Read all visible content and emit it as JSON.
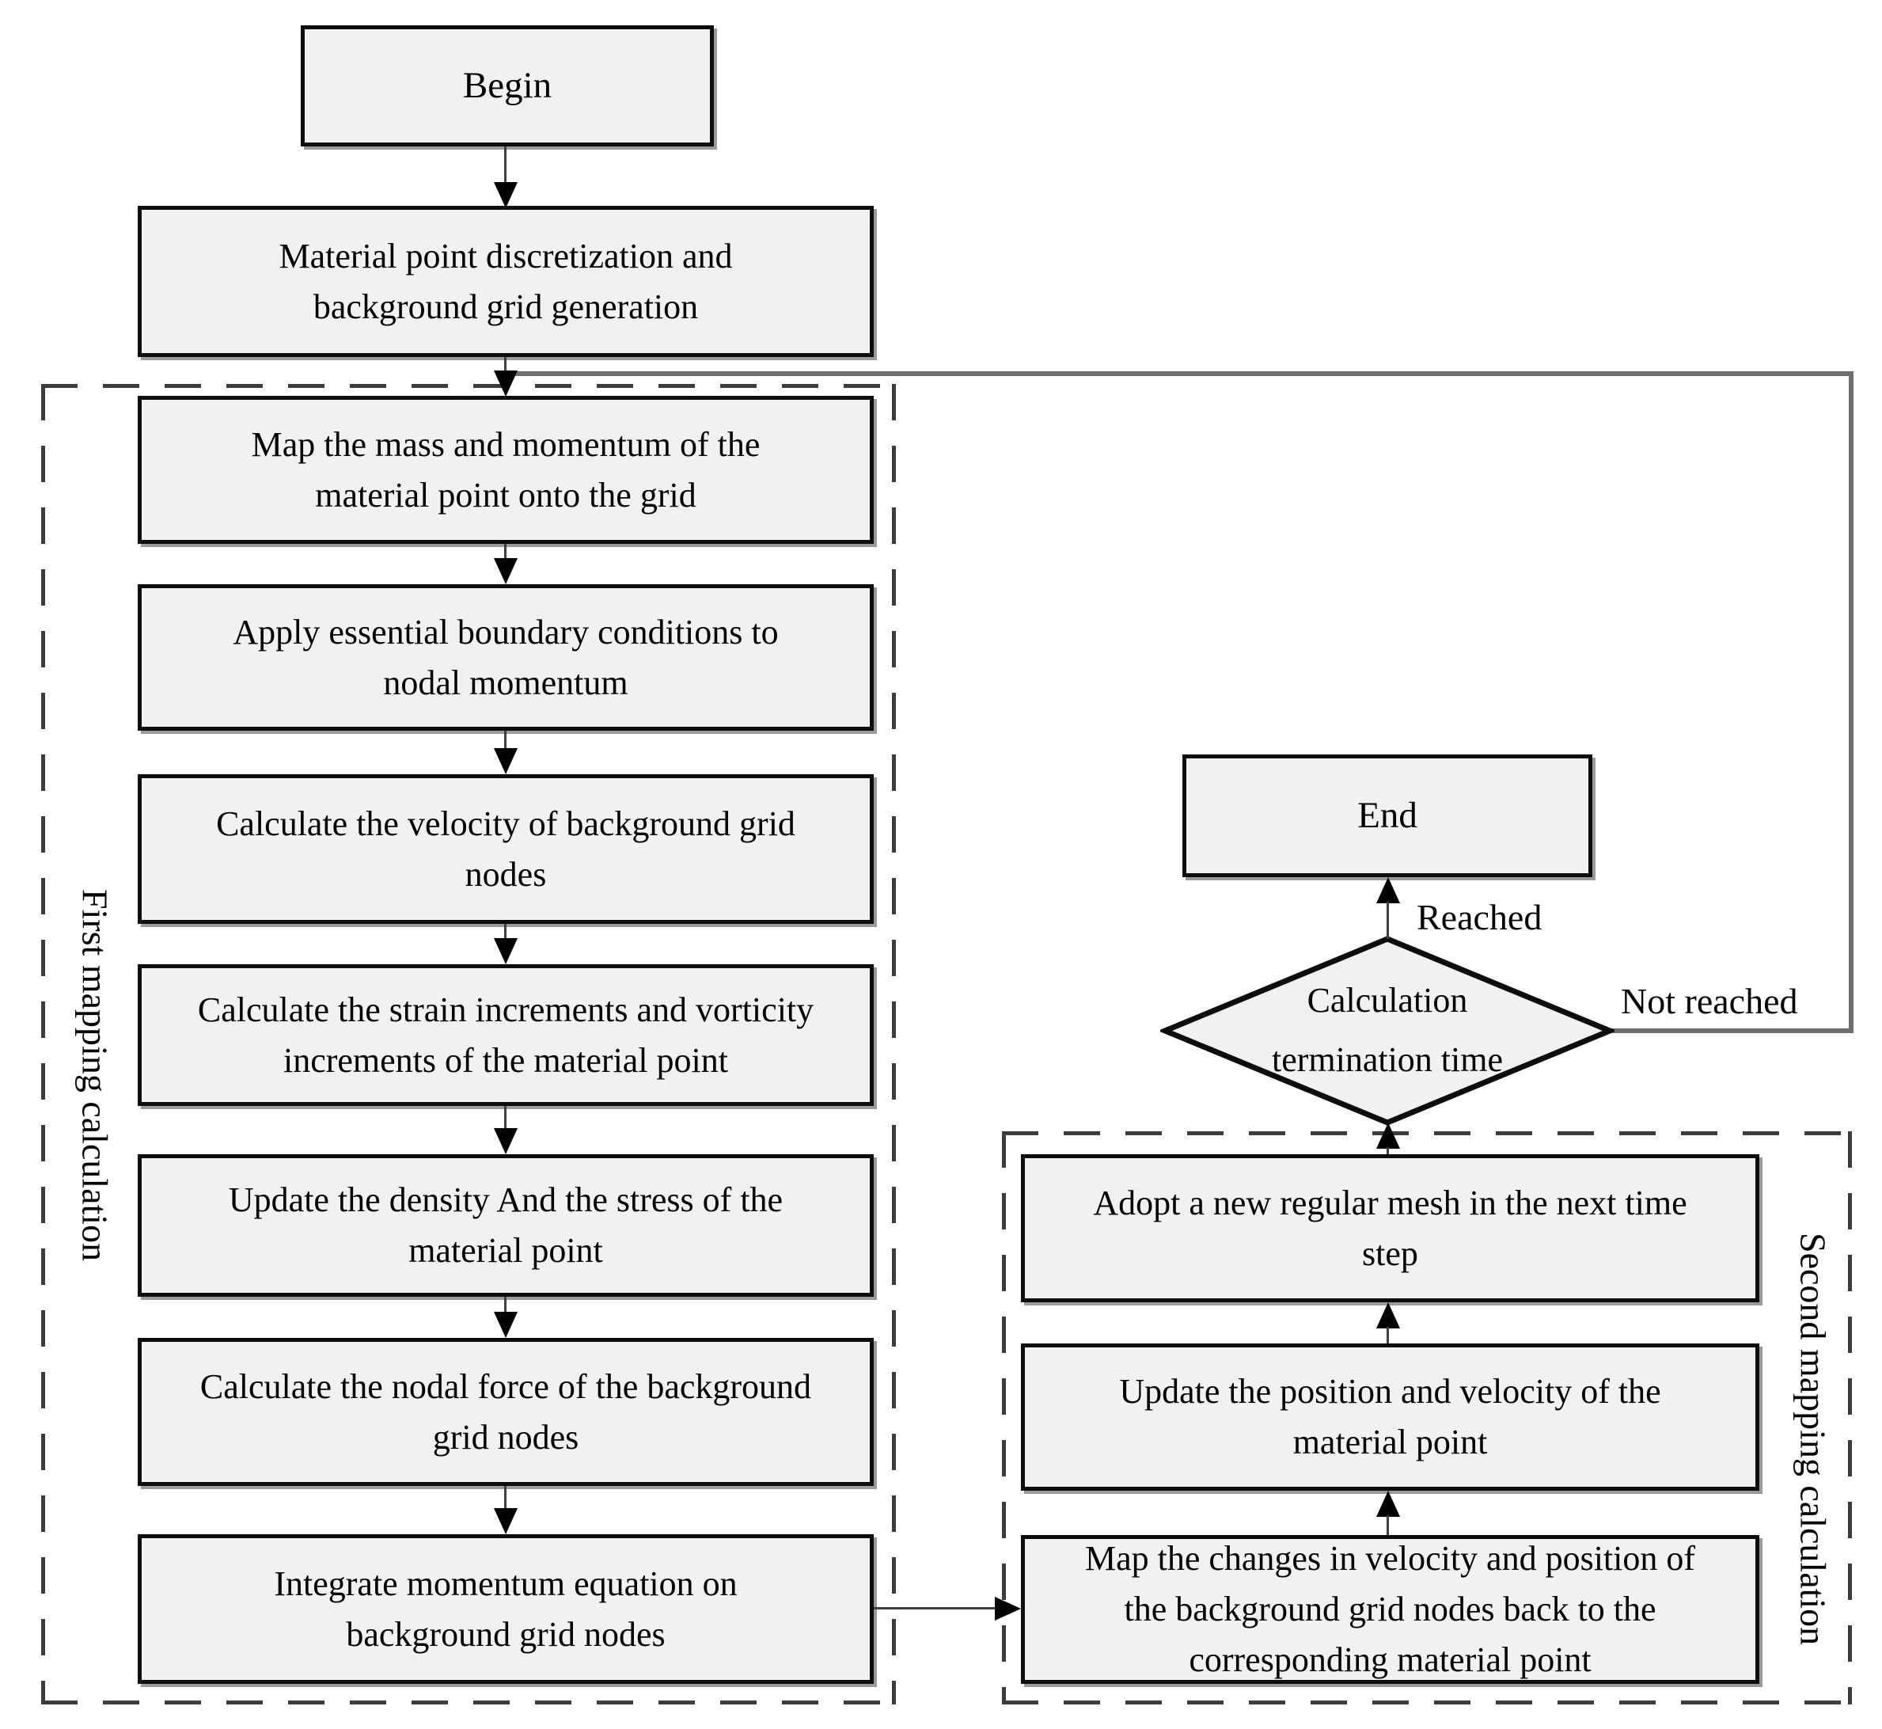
{
  "nodes": {
    "begin": "Begin",
    "material": "Material point discretization and\nbackground grid generation",
    "map_mass": "Map the mass and momentum of the\nmaterial point onto the grid",
    "apply_bc": "Apply essential boundary conditions to\nnodal momentum",
    "calc_velocity": "Calculate the velocity of background grid\nnodes",
    "calc_strain": "Calculate the strain increments and vorticity\nincrements of the material point",
    "update_density": "Update the density And the stress of the\nmaterial point",
    "calc_force": "Calculate the  nodal force of the background\ngrid nodes",
    "integrate": "Integrate momentum equation on\nbackground grid nodes",
    "decision": "Calculation\ntermination time",
    "end": "End",
    "adopt_mesh": "Adopt a new regular mesh in the next time\nstep",
    "update_position": "Update the position and velocity of the\nmaterial point",
    "map_changes": "Map the changes in velocity and position of\nthe background grid nodes back to the\ncorresponding material point"
  },
  "edge_labels": {
    "reached": "Reached",
    "not_reached": "Not reached"
  },
  "group_labels": {
    "first": "First mapping calculation",
    "second": "Second mapping calculation"
  },
  "colors": {
    "background": "#ffffff",
    "node_fill": "#f1f1f1",
    "node_border": "#0d0d0d",
    "connector": "#3f3f3f",
    "arrowhead": "#000000",
    "feedback_line": "#6f6f6f",
    "dashed_border": "#3c3c3c",
    "text": "#000000"
  }
}
